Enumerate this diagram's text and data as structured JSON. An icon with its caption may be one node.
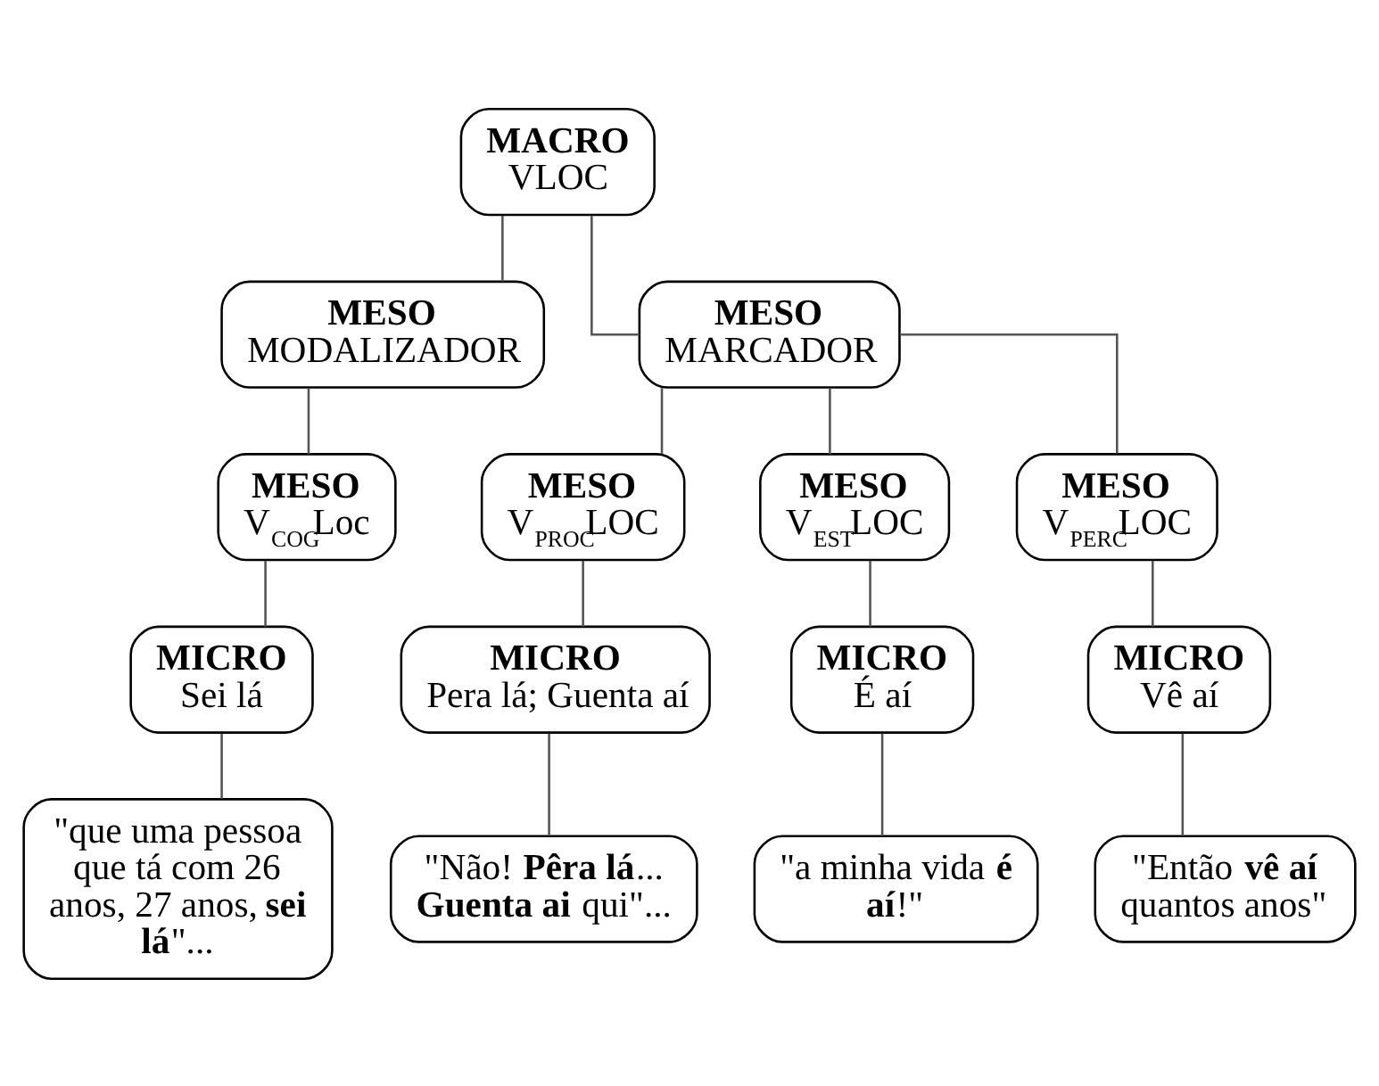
{
  "diagram": {
    "nodes": [
      {
        "text": [
          "MACRO",
          "VLOC"
        ]
      },
      {
        "text": [
          "MESO",
          "MODALIZADOR"
        ]
      },
      {
        "text": [
          "MESO",
          "MARCADOR"
        ]
      },
      {
        "text": [
          "MESO",
          "V$_{COG}$Loc"
        ]
      },
      {
        "text": [
          "MICRO",
          "Sei lá"
        ]
      },
      {
        "text": [
          "\"que uma pessoa que tá com 26 anos, 27 anos, **sei lá**\"..."
        ]
      },
      {
        "text": [
          "MESO",
          "V$_{PROC}$LOC"
        ]
      },
      {
        "text": [
          "MESO",
          "V$_{EST}$LOC"
        ]
      },
      {
        "text": [
          "MESO",
          "V$_{PERC}$LOC"
        ]
      },
      {
        "text": [
          "MICRO",
          "Pera lá; Guenta aí"
        ]
      },
      {
        "text": [
          "MICRO",
          "É aí"
        ]
      },
      {
        "text": [
          "MICRO",
          "Vê aí"
        ]
      },
      {
        "text": [
          "\"Não! **Pêra lá**... **Guenta ai** qui\"..."
        ]
      },
      {
        "text": [
          "\"a minha vida **é aí**!\""
        ]
      },
      {
        "text": [
          "\"Então **vê aí** quantos anos\""
        ]
      }
    ],
    "edges": [
      {
        "from": 0,
        "to": 1,
        "arrow": "none"
      },
      {
        "from": 0,
        "to": 2,
        "arrow": "none"
      },
      {
        "from": 1,
        "to": 3,
        "arrow": "none"
      },
      {
        "from": 3,
        "to": 4,
        "arrow": "none"
      },
      {
        "from": 4,
        "to": 5,
        "arrow": "none"
      },
      {
        "from": 2,
        "to": 6,
        "arrow": "none"
      },
      {
        "from": 2,
        "to": 7,
        "arrow": "none"
      },
      {
        "from": 2,
        "to": 8,
        "arrow": "none"
      },
      {
        "from": 6,
        "to": 9,
        "arrow": "none"
      },
      {
        "from": 7,
        "to": 10,
        "arrow": "none"
      },
      {
        "from": 8,
        "to": 11,
        "arrow": "none"
      },
      {
        "from": 9,
        "to": 12,
        "arrow": "none"
      },
      {
        "from": 10,
        "to": 13,
        "arrow": "none"
      },
      {
        "from": 11,
        "to": 14,
        "arrow": "none"
      }
    ]
  }
}
